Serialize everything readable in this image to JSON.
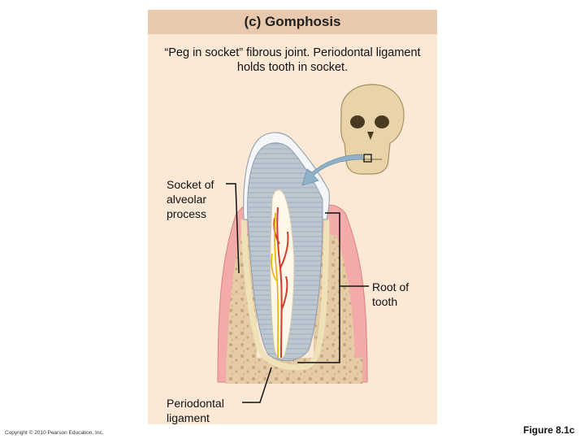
{
  "title": "(c) Gomphosis",
  "subtitle": "“Peg in socket” fibrous joint. Periodontal ligament holds tooth in socket.",
  "labels": {
    "socket": "Socket of\nalveolar\nprocess",
    "root": "Root of\ntooth",
    "ligament": "Periodontal\nligament"
  },
  "footer": {
    "copyright": "Copyright © 2010 Pearson Education, Inc.",
    "figure": "Figure 8.1c"
  },
  "colors": {
    "panel": "#fbe9d6",
    "title_bar": "#e8c9ad",
    "enamel": "#f4f6f8",
    "dentin": "#b9c4cf",
    "pulp": "#fff8e8",
    "vessels_red": "#d23c2c",
    "vessels_yellow": "#e6b400",
    "gum": "#f2a3a3",
    "bone": "#e2c8a2",
    "arrow": "#8fb2c9"
  }
}
